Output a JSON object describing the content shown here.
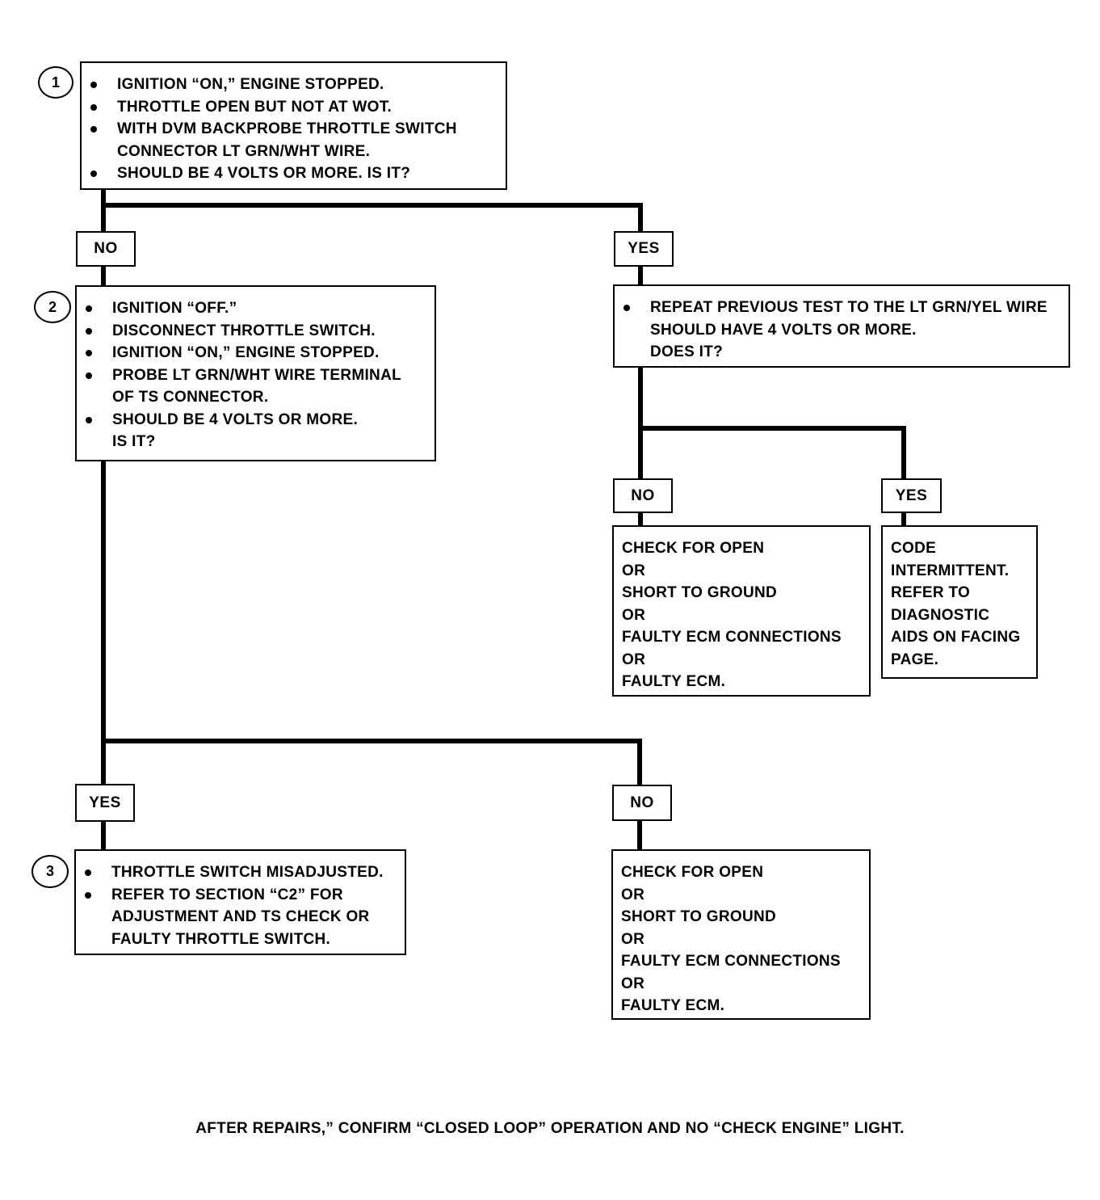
{
  "steps": {
    "one": "1",
    "two": "2",
    "three": "3"
  },
  "box1": {
    "items": [
      "IGNITION “ON,” ENGINE STOPPED.",
      "THROTTLE OPEN BUT NOT AT WOT.",
      "WITH DVM BACKPROBE THROTTLE SWITCH\nCONNECTOR LT GRN/WHT WIRE.",
      "SHOULD BE 4 VOLTS OR MORE.  IS IT?"
    ]
  },
  "box2": {
    "items": [
      "IGNITION “OFF.”",
      "DISCONNECT THROTTLE SWITCH.",
      "IGNITION “ON,” ENGINE STOPPED.",
      "PROBE LT GRN/WHT WIRE TERMINAL\nOF TS CONNECTOR.",
      "SHOULD BE 4 VOLTS OR MORE.\nIS IT?"
    ]
  },
  "box_repeat": {
    "items": [
      "REPEAT PREVIOUS TEST TO THE LT GRN/YEL WIRE\nSHOULD HAVE 4 VOLTS OR MORE.\nDOES IT?"
    ]
  },
  "box_check_upper": {
    "text": "CHECK FOR OPEN\nOR\nSHORT TO GROUND\nOR\nFAULTY ECM CONNECTIONS\nOR\nFAULTY ECM."
  },
  "box_code": {
    "text": "CODE\nINTERMITTENT.\nREFER TO\nDIAGNOSTIC\nAIDS ON FACING\nPAGE."
  },
  "box3": {
    "items": [
      "THROTTLE SWITCH MISADJUSTED.",
      "REFER TO SECTION “C2” FOR\nADJUSTMENT AND TS CHECK OR\nFAULTY THROTTLE SWITCH."
    ]
  },
  "box_check_lower": {
    "text": "CHECK FOR OPEN\nOR\nSHORT TO GROUND\nOR\nFAULTY ECM CONNECTIONS\nOR\nFAULTY ECM."
  },
  "labels": {
    "no_1": "NO",
    "yes_1": "YES",
    "no_2": "NO",
    "yes_2": "YES",
    "yes_3": "YES",
    "no_3": "NO"
  },
  "footer": "AFTER REPAIRS,” CONFIRM “CLOSED LOOP” OPERATION AND NO “CHECK ENGINE” LIGHT."
}
